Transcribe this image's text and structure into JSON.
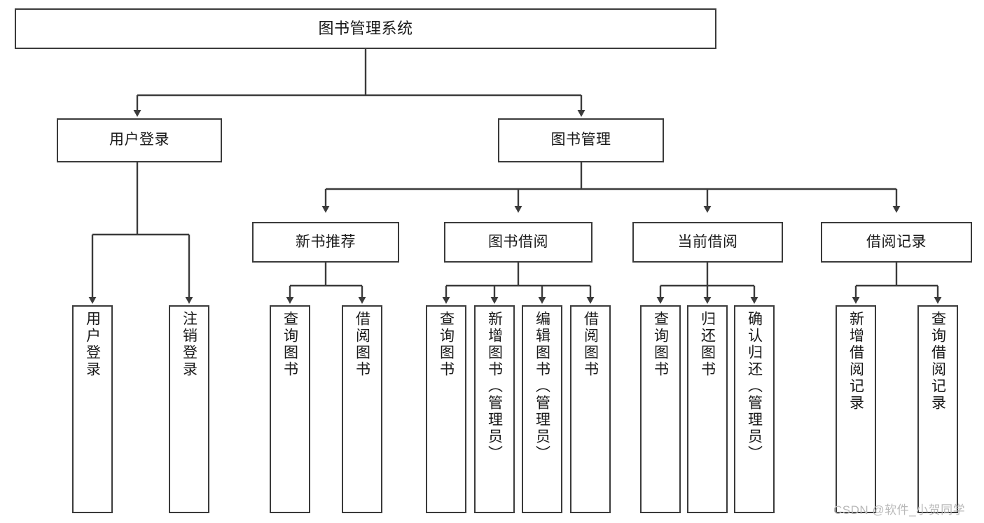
{
  "diagram": {
    "title": "图书管理系统",
    "watermark": "CSDN @软件_小贺同学",
    "line_color": "#3b3b3b",
    "box_fill": "#ffffff",
    "text_color": "#1a1a1a",
    "watermark_color": "#b9b9b9",
    "root": {
      "label": "图书管理系统"
    },
    "level1": [
      {
        "label": "用户登录"
      },
      {
        "label": "图书管理"
      }
    ],
    "level2": [
      {
        "label": "新书推荐"
      },
      {
        "label": "图书借阅"
      },
      {
        "label": "当前借阅"
      },
      {
        "label": "借阅记录"
      }
    ],
    "leaves": {
      "user_login": [
        {
          "label": "用户登录"
        },
        {
          "label": "注销登录"
        }
      ],
      "new_book": [
        {
          "label": "查询图书"
        },
        {
          "label": "借阅图书"
        }
      ],
      "book_borrow": [
        {
          "label": "查询图书"
        },
        {
          "label": "新增图书（管理员）"
        },
        {
          "label": "编辑图书（管理员）"
        },
        {
          "label": "借阅图书"
        }
      ],
      "current_borrow": [
        {
          "label": "查询图书"
        },
        {
          "label": "归还图书"
        },
        {
          "label": "确认归还（管理员）"
        }
      ],
      "borrow_record": [
        {
          "label": "新增借阅记录"
        },
        {
          "label": "查询借阅记录"
        }
      ]
    }
  }
}
